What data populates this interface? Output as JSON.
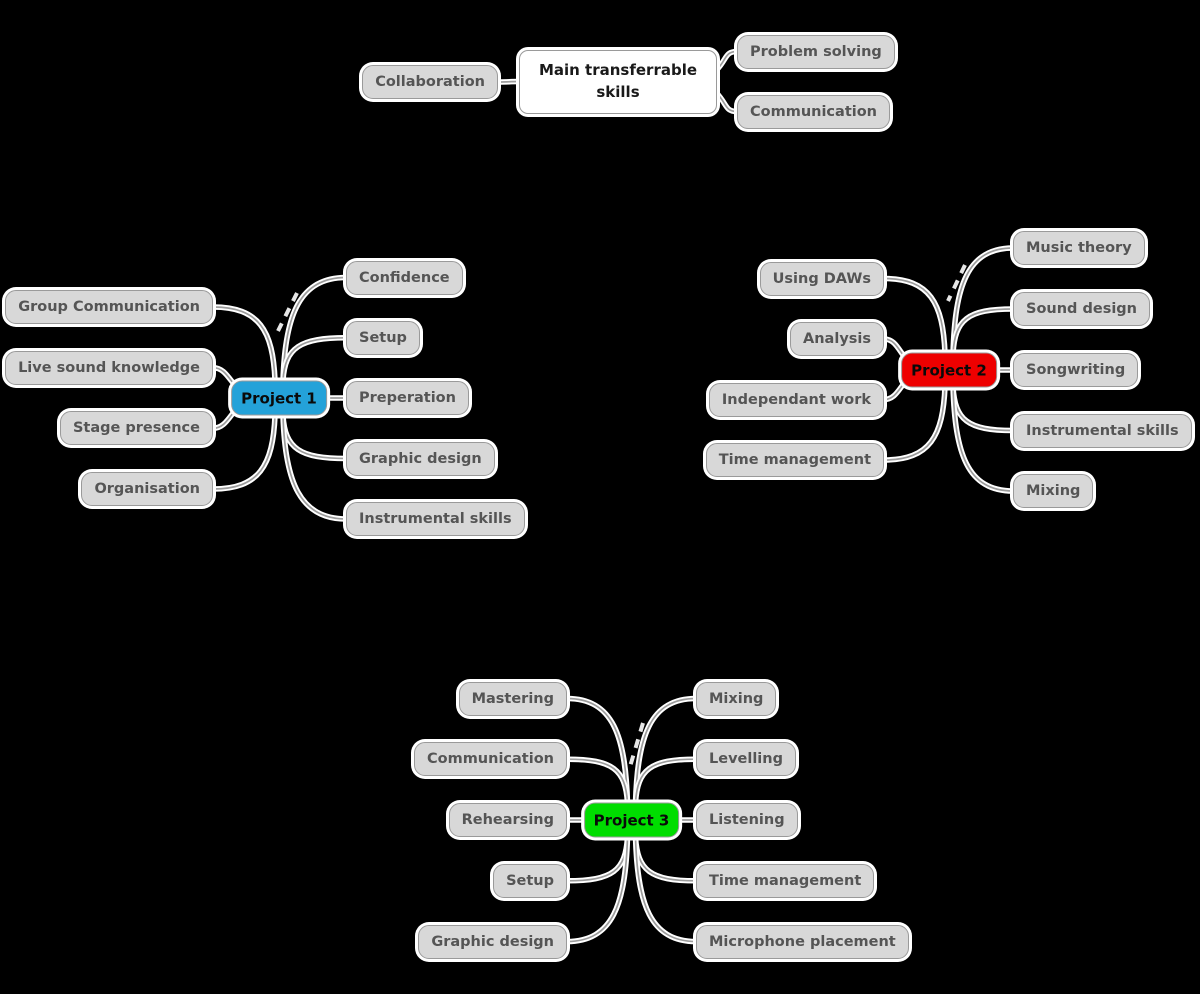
{
  "app": {
    "background": "#000000"
  },
  "palette": {
    "child_fill": "#d8d8d8",
    "child_border": "#9a9a9a",
    "child_text": "#555555",
    "node_halo": "#ffffff",
    "edge_core": "#9c9c9c",
    "edge_casing": "#ffffff",
    "dashed_edge": "#e6e6e6",
    "main_fill": "#ffffff",
    "main_text": "#1a1a1a"
  },
  "mindmap": {
    "root_label": "Main transferrable skills",
    "root_left": [
      "Collaboration"
    ],
    "root_right": [
      "Problem solving",
      "Communication"
    ],
    "projects": [
      {
        "label": "Project 1",
        "color": "#24a2d9",
        "left": [
          "Group Communication",
          "Live sound knowledge",
          "Stage presence",
          "Organisation"
        ],
        "right": [
          "Confidence",
          "Setup",
          "Preperation",
          "Graphic design",
          "Instrumental skills"
        ]
      },
      {
        "label": "Project 2",
        "color": "#ee0000",
        "left": [
          "Using DAWs",
          "Analysis",
          "Independant work",
          "Time management"
        ],
        "right": [
          "Music theory",
          "Sound design",
          "Songwriting",
          "Instrumental skills",
          "Mixing"
        ]
      },
      {
        "label": "Project 3",
        "color": "#00dd00",
        "left": [
          "Mastering",
          "Communication",
          "Rehearsing",
          "Setup",
          "Graphic design"
        ],
        "right": [
          "Mixing",
          "Levelling",
          "Listening",
          "Time management",
          "Microphone placement"
        ]
      }
    ]
  }
}
